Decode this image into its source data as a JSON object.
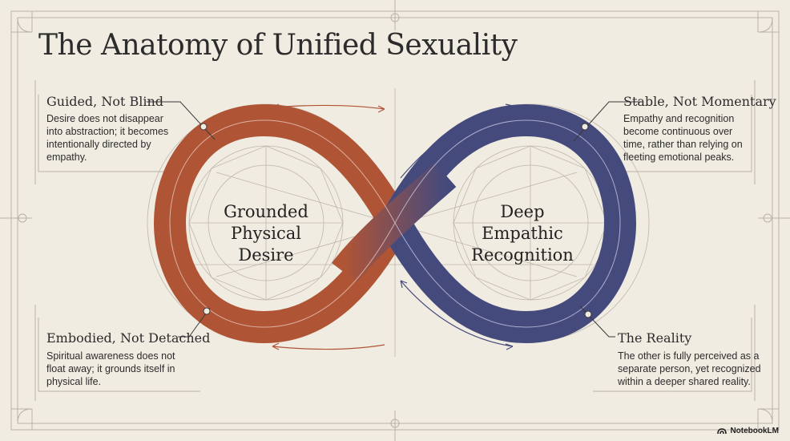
{
  "title": "The Anatomy of Unified Sexuality",
  "loops": {
    "left": {
      "lines": [
        "Grounded",
        "Physical",
        "Desire"
      ],
      "color": "#b05436"
    },
    "right": {
      "lines": [
        "Deep",
        "Empathic",
        "Recognition"
      ],
      "color": "#454a7d"
    }
  },
  "annotations": {
    "top_left": {
      "heading": "Guided, Not Blind",
      "text": [
        "Desire does not disappear",
        "into abstraction; it becomes",
        "intentionally directed by",
        "empathy."
      ]
    },
    "top_right": {
      "heading": "Stable, Not Momentary",
      "text": [
        "Empathy and recognition",
        "become continuous over",
        "time, rather than relying on",
        "fleeting emotional peaks."
      ]
    },
    "bottom_left": {
      "heading": "Embodied, Not Detached",
      "text": [
        "Spiritual awareness does not",
        "float away; it grounds itself in",
        "physical life."
      ]
    },
    "bottom_right": {
      "heading": "The Reality",
      "text": [
        "The other is fully perceived as a",
        "separate person, yet recognized",
        "within a deeper shared reality."
      ]
    }
  },
  "brand": "NotebookLM",
  "colors": {
    "background": "#f1ece2",
    "line": "#b9b2a5",
    "desire": "#b05436",
    "empathy": "#454a7d"
  }
}
